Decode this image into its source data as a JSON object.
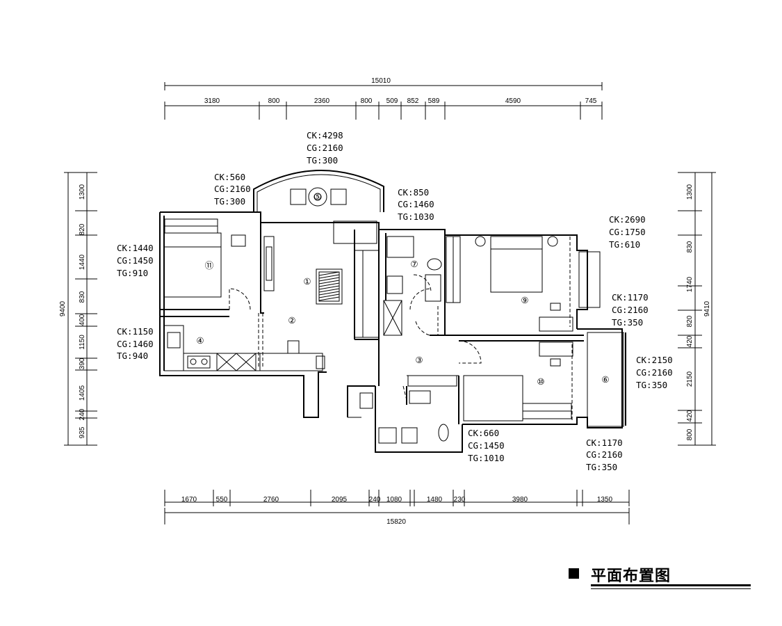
{
  "title": "平面布置图",
  "dimensions": {
    "top_total": "15010",
    "top_segments": [
      "3180",
      "800",
      "2360",
      "800",
      "509",
      "852",
      "589",
      "4590",
      "745"
    ],
    "bottom_segments": [
      "1670",
      "550",
      "2760",
      "2095",
      "240",
      "1080",
      "1480",
      "230",
      "3980",
      "1350"
    ],
    "bottom_total": "15820",
    "left_total": "9400",
    "left_segments": [
      "1300",
      "820",
      "1440",
      "830",
      "400",
      "1150",
      "390",
      "1405",
      "240",
      "935"
    ],
    "right_total": "9410",
    "right_segments": [
      "1300",
      "830",
      "1740",
      "820",
      "420",
      "2150",
      "420",
      "800"
    ]
  },
  "windows": [
    {
      "ck": "CK:4298",
      "cg": "CG:2160",
      "tg": "TG:300"
    },
    {
      "ck": "CK:560",
      "cg": "CG:2160",
      "tg": "TG:300"
    },
    {
      "ck": "CK:850",
      "cg": "CG:1460",
      "tg": "TG:1030"
    },
    {
      "ck": "CK:2690",
      "cg": "CG:1750",
      "tg": "TG:610"
    },
    {
      "ck": "CK:1440",
      "cg": "CG:1450",
      "tg": "TG:910"
    },
    {
      "ck": "CK:1170",
      "cg": "CG:2160",
      "tg": "TG:350"
    },
    {
      "ck": "CK:1150",
      "cg": "CG:1460",
      "tg": "TG:940"
    },
    {
      "ck": "CK:2150",
      "cg": "CG:2160",
      "tg": "TG:350"
    },
    {
      "ck": "CK:660",
      "cg": "CG:1450",
      "tg": "TG:1010"
    },
    {
      "ck": "CK:1170",
      "cg": "CG:2160",
      "tg": "TG:350"
    }
  ],
  "room_numbers": [
    "①",
    "②",
    "③",
    "④",
    "⑤",
    "⑥",
    "⑦",
    "⑨",
    "⑩",
    "⑪"
  ]
}
